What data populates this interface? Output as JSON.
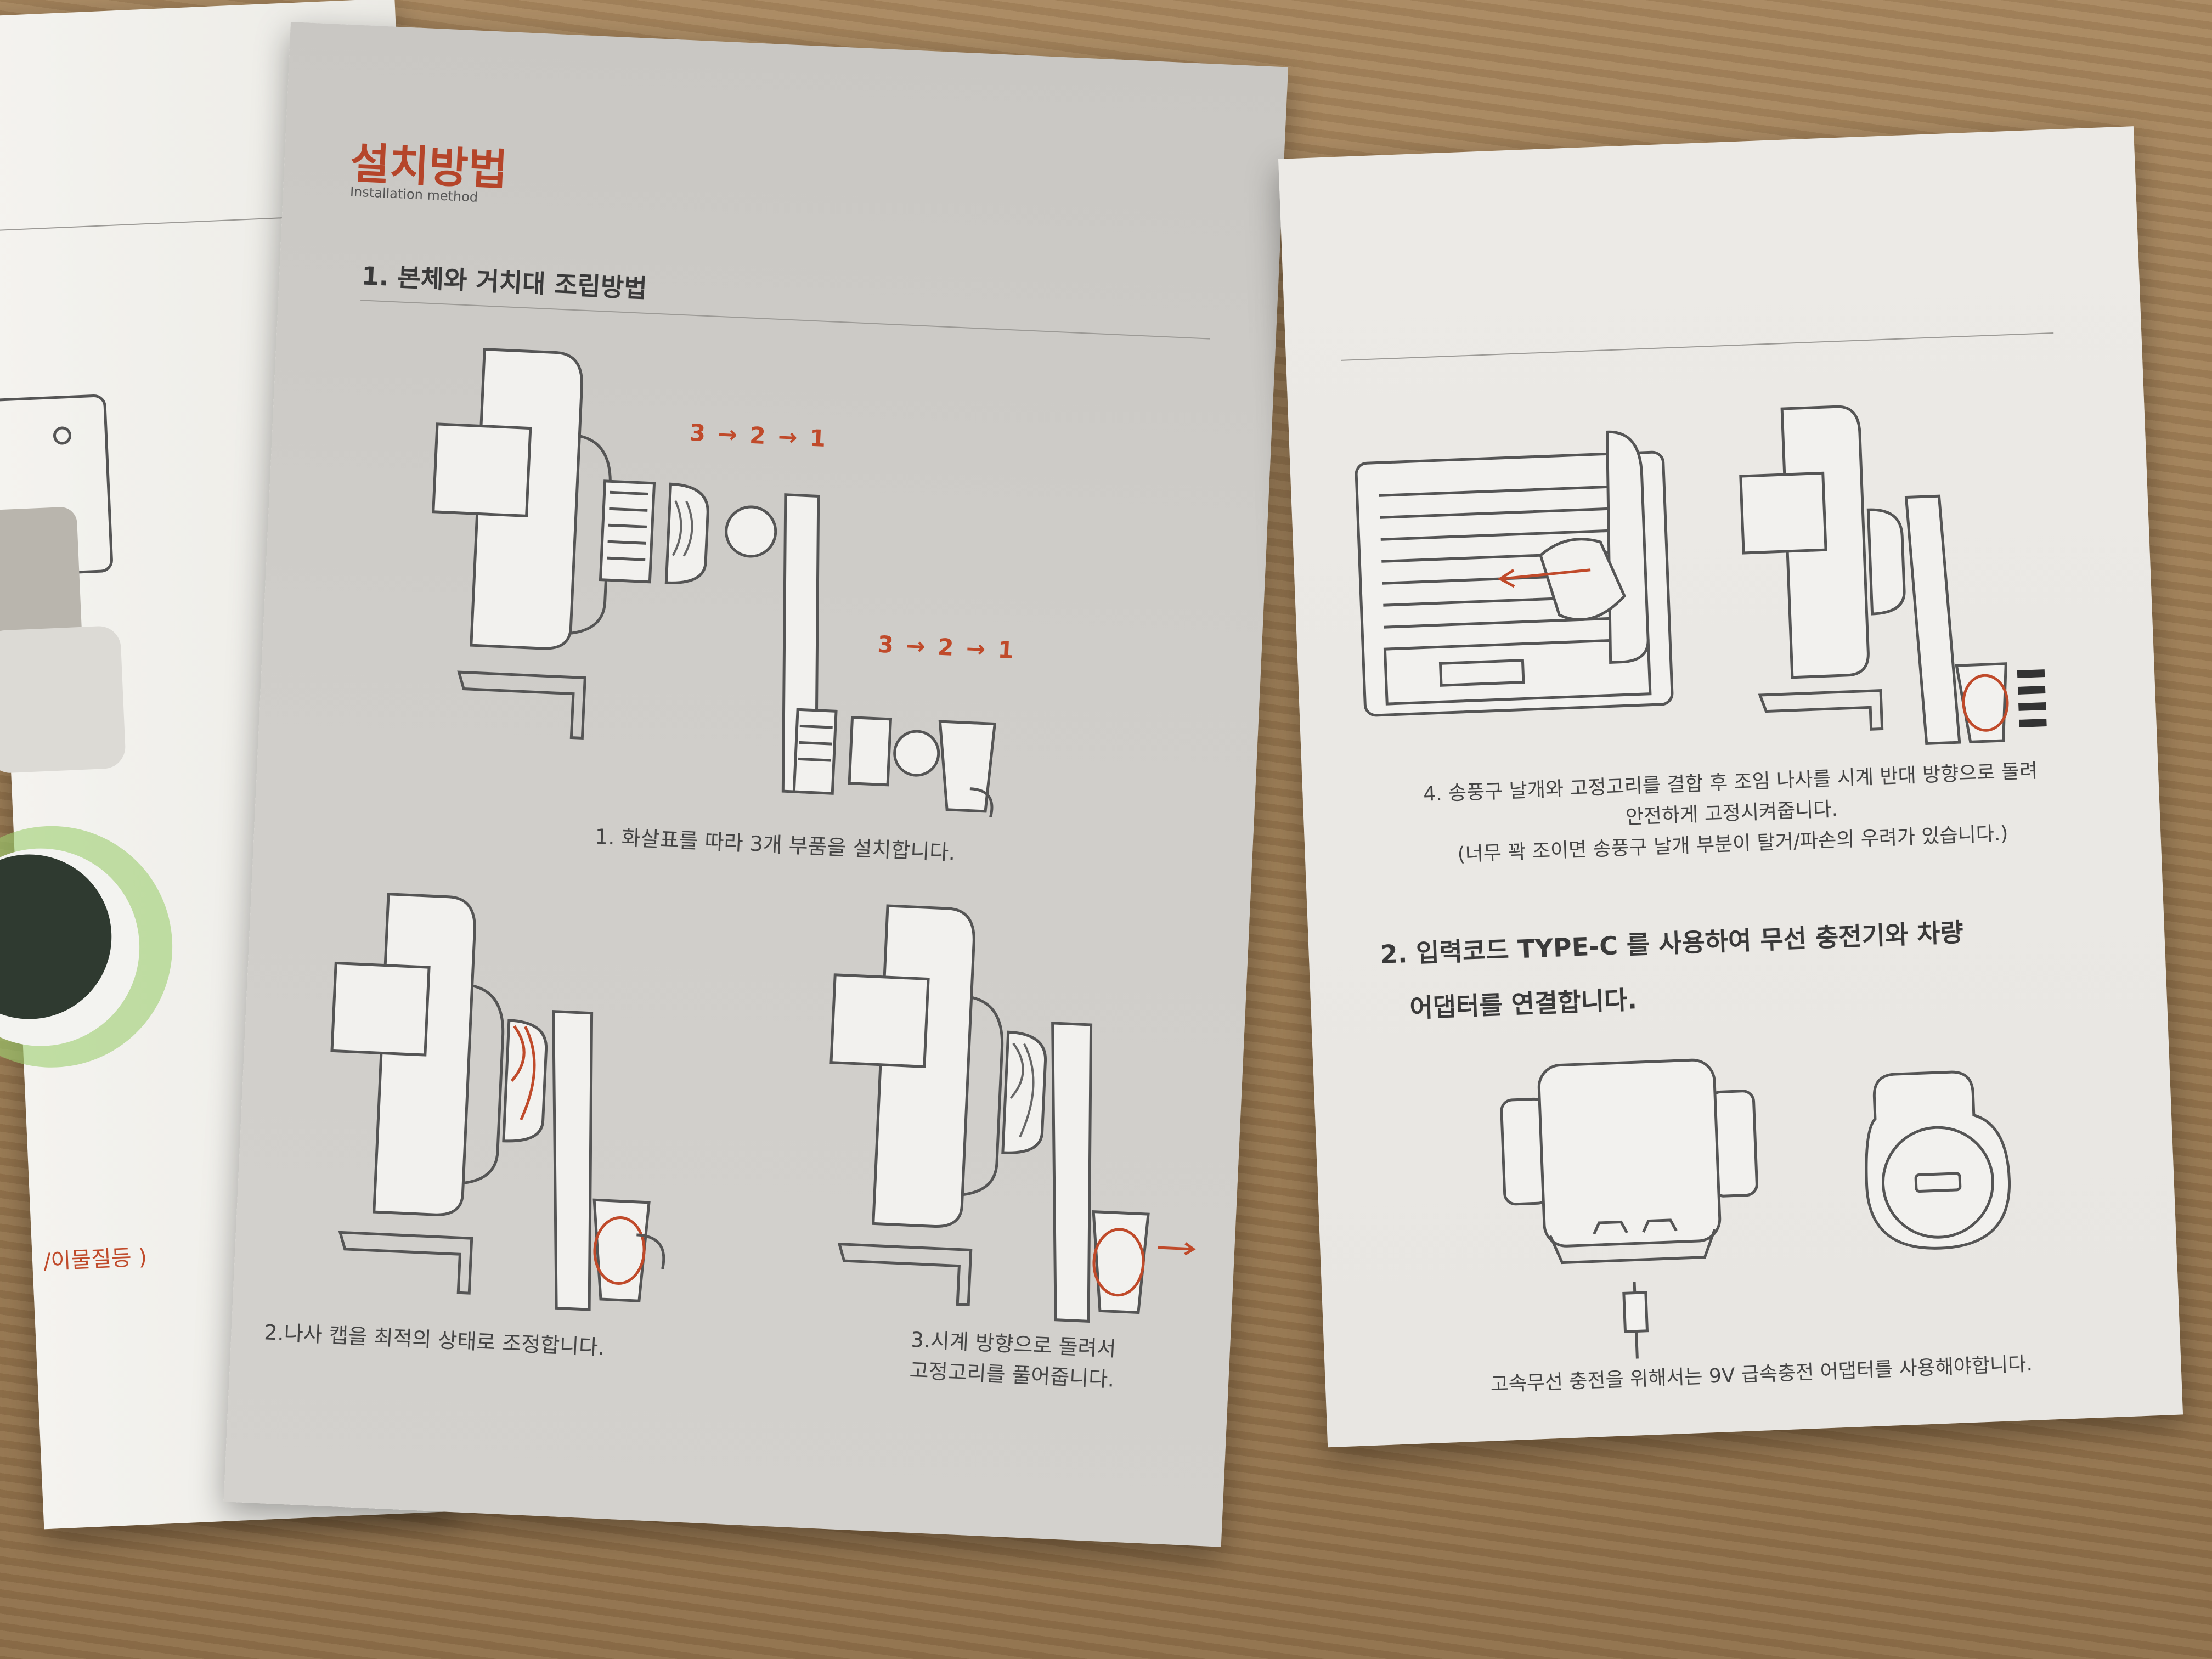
{
  "left_panel": {
    "partial_text": "/이물질등 )"
  },
  "middle_page": {
    "title": "설치방법",
    "subtitle": "Installation method",
    "section1_heading": "1. 본체와 거치대 조립방법",
    "diagram_top": {
      "seq_a": "3 → 2 → 1",
      "seq_b": "3 → 2 → 1"
    },
    "caption1": "1. 화살표를 따라 3개 부품을 설치합니다.",
    "caption2": "2.나사 캡을 최적의 상태로 조정합니다.",
    "caption3_line1": "3.시계 방향으로 돌려서",
    "caption3_line2": "고정고리를 풀어줍니다."
  },
  "right_page": {
    "caption4_line1": "4. 송풍구 날개와 고정고리를 결합 후 조임 나사를 시계 반대 방향으로 돌려",
    "caption4_line2": "안전하게 고정시켜줍니다.",
    "caption4_line3": "(너무 꽉 조이면 송풍구 날개 부분이 탈거/파손의 우려가 있습니다.)",
    "section2_heading_line1": "2. 입력코드 TYPE-C 를 사용하여 무선 충전기와 차량",
    "section2_heading_line2": "어댑터를 연결합니다.",
    "caption5": "고속무선 충전을 위해서는 9V 급속충전 어댑터를 사용해야합니다."
  },
  "colors": {
    "accent_red": "#b5452a",
    "page_gray": "#cfcdc9",
    "page_white": "#eceae6",
    "table_wood": "#9a7a52"
  }
}
